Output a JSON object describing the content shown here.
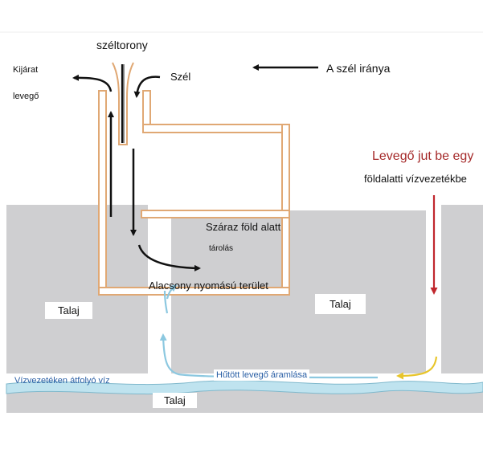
{
  "labels": {
    "tower": "széltorony",
    "exit_line1": "Kijárat",
    "exit_line2": "levegő",
    "wind": "Szél",
    "wind_direction": "A szél iránya",
    "air_enters_line1": "Levegő jut be egy",
    "air_enters_line2": "földalatti vízvezetékbe",
    "dry_storage_line1": "Száraz föld alatt",
    "dry_storage_line2": "tárolás",
    "low_pressure": "Alacsony nyomású terület",
    "soil_left": "Talaj",
    "soil_middle": "Talaj",
    "soil_bottom": "Talaj",
    "water_flow": "Vízvezetéken átfolyó víz",
    "cooled_air": "Hűtött levegő áramlása"
  },
  "colors": {
    "soil": "#cfcfd1",
    "structure_fill": "#ffffff",
    "structure_stroke": "#e0a874",
    "water": "#bfe3ef",
    "water_stroke": "#7fb8cc",
    "arrow_black": "#111111",
    "arrow_red": "#c0272d",
    "arrow_yellow": "#e8c52a",
    "arrow_blue": "#8cc8e0",
    "air_label_red": "#a52a2a"
  }
}
